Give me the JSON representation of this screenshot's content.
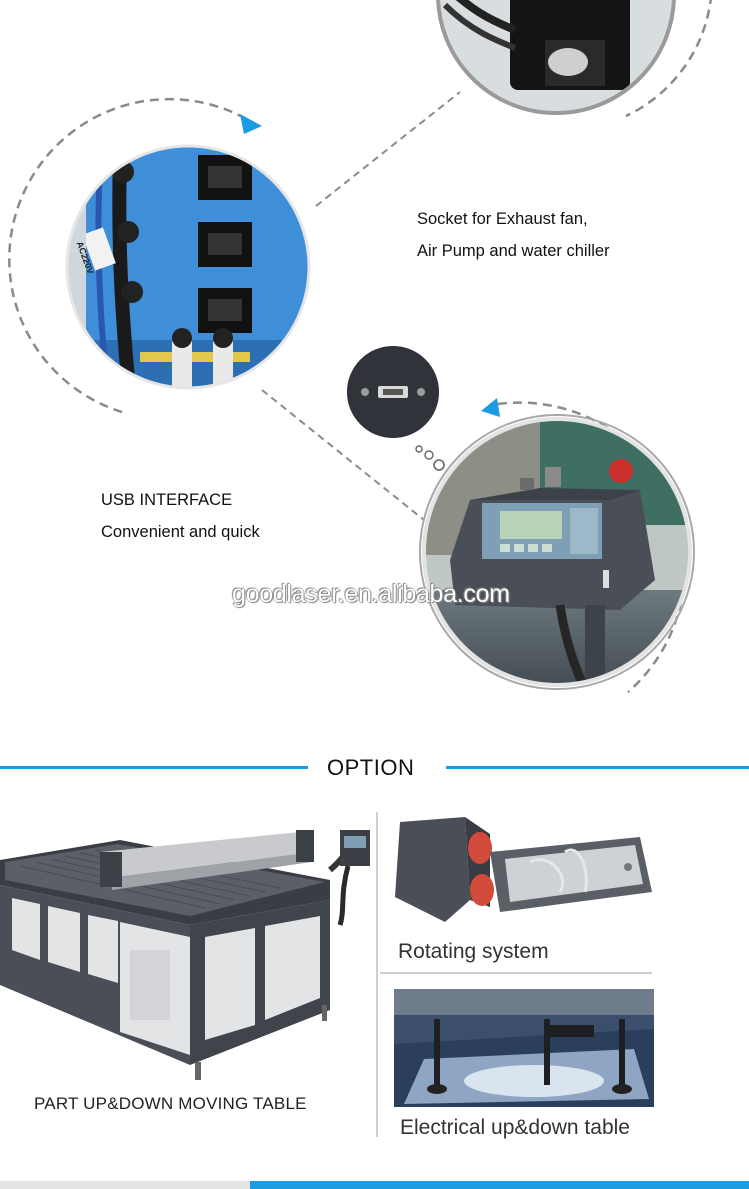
{
  "features": {
    "socket_caption": {
      "line1": "Socket for Exhaust fan,",
      "line2": "Air Pump and water chiller"
    },
    "usb_caption": {
      "line1": "USB INTERFACE",
      "line2": "Convenient and quick"
    },
    "socket_label": "AC220V",
    "watermark": "goodlaser.en.alibaba.com"
  },
  "option": {
    "title": "OPTION",
    "items": [
      {
        "label": "PART UP&DOWN MOVING TABLE"
      },
      {
        "label": "Rotating system"
      },
      {
        "label": "Electrical up&down table"
      }
    ]
  },
  "colors": {
    "accent_blue": "#1b9be0",
    "panel_blue": "#3f8fd8",
    "dashed_gray": "#8a8a8a",
    "machine_gray": "#4a4f57"
  }
}
